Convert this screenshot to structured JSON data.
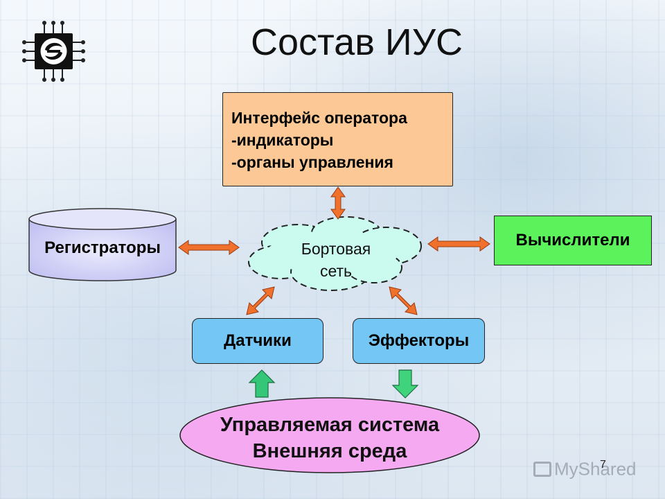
{
  "title": "Состав ИУС",
  "logo": {
    "icon": "chip-icon"
  },
  "operator": {
    "heading": "Интерфейс оператора",
    "items": [
      "-индикаторы",
      "-органы управления"
    ]
  },
  "registrators": {
    "label": "Регистраторы"
  },
  "network": {
    "line1": "Бортовая",
    "line2": "сеть"
  },
  "computers": {
    "label": "Вычислители"
  },
  "sensors": {
    "label": "Датчики"
  },
  "effectors": {
    "label": "Эффекторы"
  },
  "system": {
    "line1": "Управляемая система",
    "line2": "Внешняя среда"
  },
  "watermark": "MyShared",
  "page_number": "7",
  "colors": {
    "operator": "#fcc896",
    "computers": "#5cf25c",
    "sensors": "#74c6f4",
    "effectors": "#74c6f4",
    "registrators": "#c8c8f6",
    "network": "#cbfbee",
    "system": "#f5a9f0",
    "arrow": "#f0712c",
    "arrow_up": "#33c777",
    "arrow_down": "#3fd47c"
  }
}
